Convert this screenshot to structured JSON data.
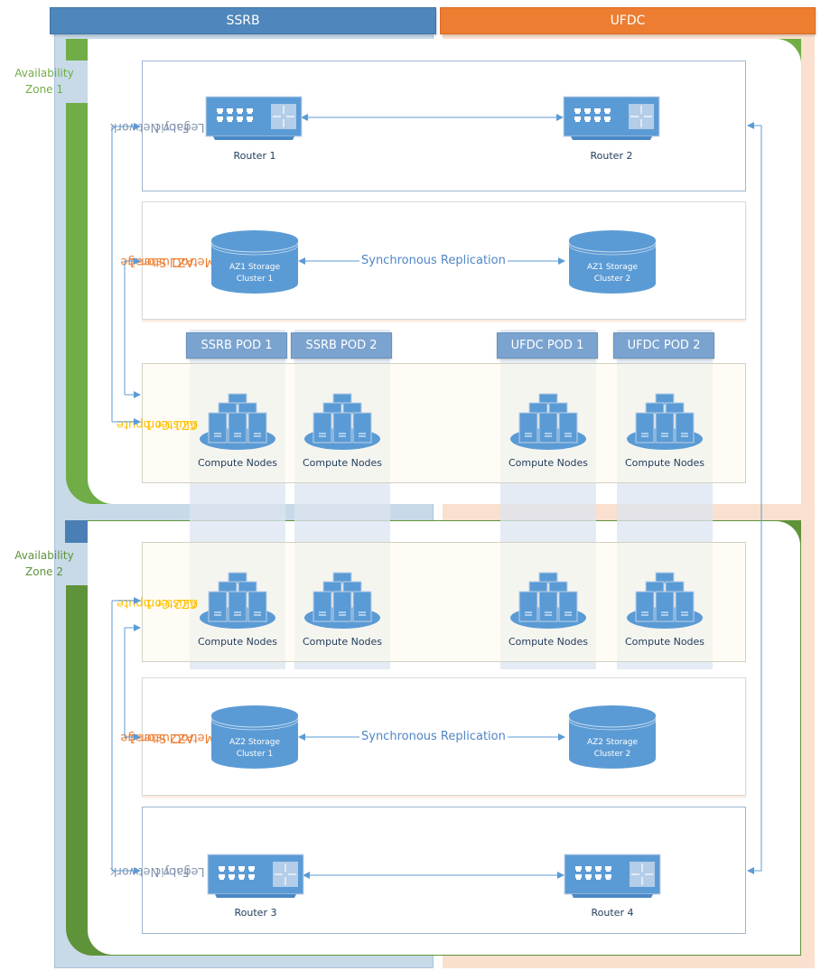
{
  "columns": {
    "ssrb": {
      "label": "SSRB",
      "color": "#4f87bc"
    },
    "ufdc": {
      "label": "UFDC",
      "color": "#ed7d31"
    }
  },
  "zones": [
    {
      "label_line1": "Availability",
      "label_line2": "Zone 1",
      "color": "#70ad47"
    },
    {
      "label_line1": "Availability",
      "label_line2": "Zone 2",
      "color": "#5f9339"
    }
  ],
  "panels": {
    "az1_network": {
      "title_line1": "Legacy Network",
      "title_line2": "Fabric",
      "routers": [
        "Router 1",
        "Router 2"
      ]
    },
    "az1_storage": {
      "title_line1": "AZ1 Storage",
      "title_line2": "MetroCluster 1",
      "link": "Synchronous Replication",
      "clusters": [
        {
          "line1": "AZ1 Storage",
          "line2": "Cluster 1"
        },
        {
          "line1": "AZ1 Storage",
          "line2": "Cluster 2"
        }
      ]
    },
    "az1_compute": {
      "title_line1": "AZ1 Compute",
      "title_line2": "Cluster 1",
      "node_label": "Compute Nodes"
    },
    "az2_compute": {
      "title_line1": "AZ2 Compute",
      "title_line2": "Cluster 1",
      "node_label": "Compute Nodes"
    },
    "az2_storage": {
      "title_line1": "AZ2 Storage",
      "title_line2": "MetroCluster 1",
      "link": "Synchronous Replication",
      "clusters": [
        {
          "line1": "AZ2 Storage",
          "line2": "Cluster 1"
        },
        {
          "line1": "AZ2 Storage",
          "line2": "Cluster 2"
        }
      ]
    },
    "az2_network": {
      "title_line1": "Legacy Network",
      "title_line2": "Fabric",
      "routers": [
        "Router 3",
        "Router 4"
      ]
    }
  },
  "pods": [
    "SSRB POD 1",
    "SSRB POD 2",
    "UFDC POD 1",
    "UFDC POD 2"
  ],
  "colors": {
    "network_title": "#8496b0",
    "storage_title": "#ed7d31",
    "compute_title": "#ffc000",
    "device_blue": "#5b9bd5",
    "link_blue": "#5b9bd5"
  }
}
